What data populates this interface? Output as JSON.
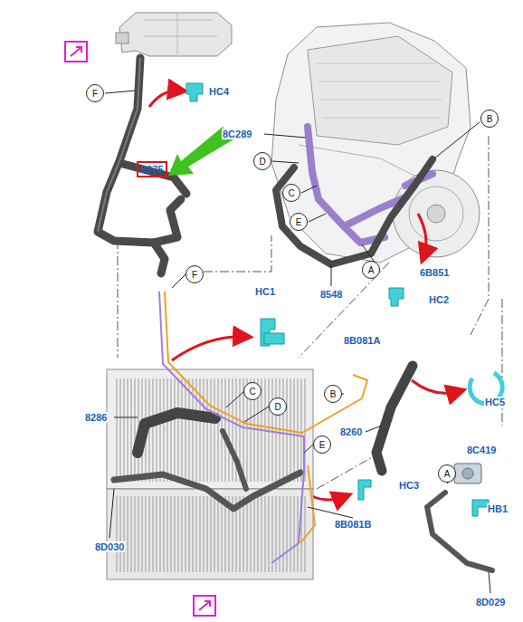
{
  "diagram": {
    "nodes": [
      {
        "text": [
          "F"
        ]
      },
      {
        "text": [
          "8075"
        ]
      },
      {
        "text": [
          "B"
        ]
      },
      {
        "text": [
          "D"
        ]
      },
      {
        "text": [
          "C"
        ]
      },
      {
        "text": [
          "E"
        ]
      },
      {
        "text": [
          "A"
        ]
      },
      {
        "text": [
          "F"
        ]
      },
      {
        "text": [
          "C"
        ]
      },
      {
        "text": [
          "B"
        ]
      },
      {
        "text": [
          "D"
        ]
      },
      {
        "text": [
          "E"
        ]
      },
      {
        "text": [
          "A"
        ]
      }
    ],
    "labels": [
      "HC4",
      "8C289",
      "8548",
      "6B851",
      "HC2",
      "HC1",
      "8B081A",
      "8286",
      "HC5",
      "8260",
      "8C419",
      "HB1",
      "HC3",
      "8B081B",
      "8D030",
      "8D029"
    ]
  }
}
